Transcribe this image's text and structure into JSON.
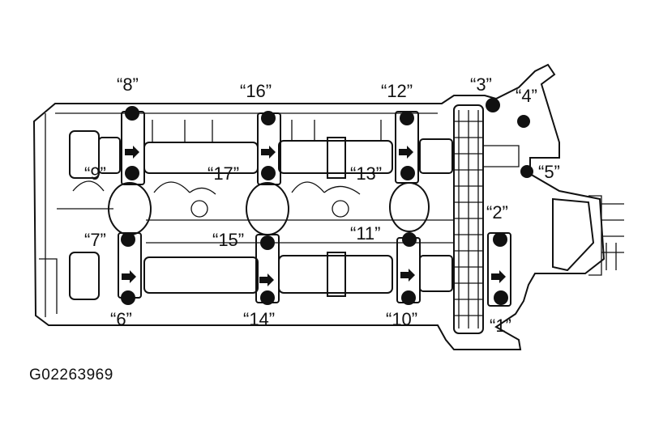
{
  "diagram": {
    "code": "G02263969",
    "labels": {
      "l1": "“1”",
      "l2": "“2”",
      "l3": "“3”",
      "l4": "“4”",
      "l5": "“5”",
      "l6": "“6”",
      "l7": "“7”",
      "l8": "“8”",
      "l9": "“9”",
      "l10": "“10”",
      "l11": "“11”",
      "l12": "“12”",
      "l13": "“13”",
      "l14": "“14”",
      "l15": "“15”",
      "l16": "“16”",
      "l17": "“17”"
    }
  }
}
